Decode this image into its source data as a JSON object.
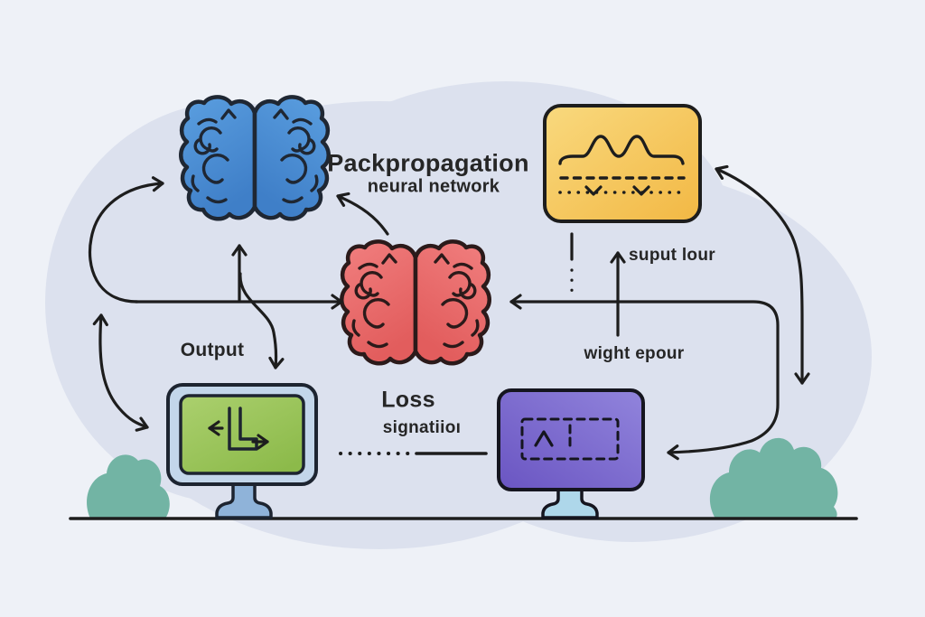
{
  "title": {
    "main": "Packpropagation",
    "sub": "neural network"
  },
  "labels": {
    "output": "Output",
    "suput_lour": "suput lour",
    "wight_epour": "wight epour",
    "loss": "Loss",
    "signatiior": "signatiioı"
  },
  "icons": {
    "top_left": "blue-brain-icon",
    "center": "red-brain-icon",
    "top_right": "yellow-signal-panel-icon",
    "bottom_left": "green-monitor-icon",
    "bottom_right": "purple-monitor-icon",
    "decor": [
      "bush-icon-left",
      "bush-icon-right",
      "ground-line"
    ]
  },
  "colors": {
    "background": "#eef1f7",
    "blob": "#dce1ee",
    "brain_blue": "#4b90d9",
    "brain_red": "#ec6f6f",
    "panel_yellow": "#f6c45c",
    "screen_green": "#9cc45d",
    "screen_purple": "#7a66cc",
    "monitor_bezel": "#c3d6ea",
    "stand_blue": "#8fb3d9",
    "stand_light_blue": "#aed7ea",
    "bush_teal": "#72b4a4",
    "line": "#1d1d1d",
    "text": "#262626"
  }
}
